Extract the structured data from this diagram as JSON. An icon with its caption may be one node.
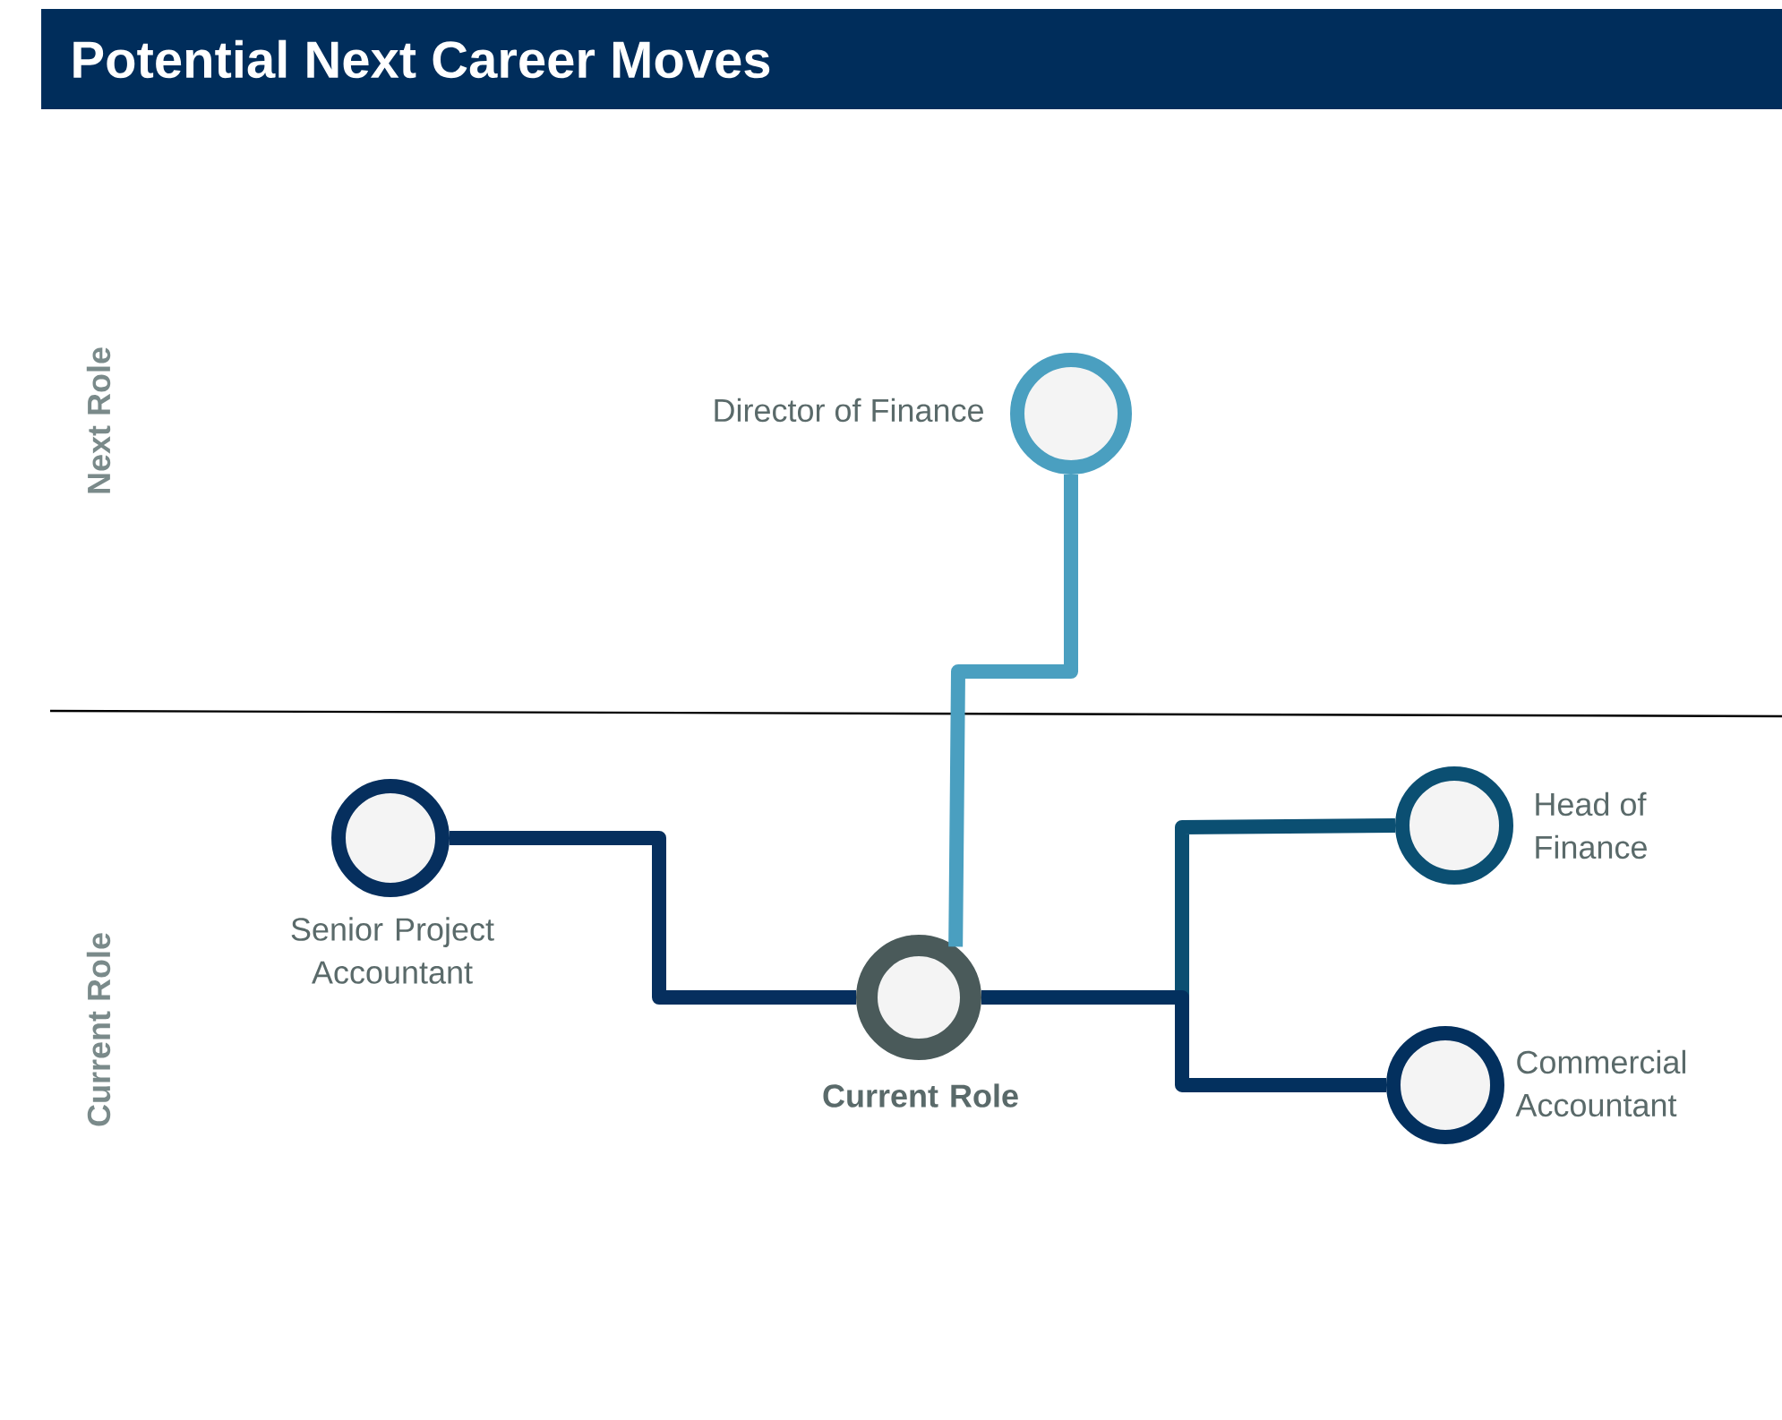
{
  "diagram": {
    "title": "Potential Next Career Moves",
    "nodes": [
      {
        "text": [
          "Director of Finance"
        ]
      },
      {
        "text": [
          "Head of Finance"
        ]
      },
      {
        "text": [
          "Senior Project Accountant"
        ]
      },
      {
        "text": [
          "Current Role"
        ]
      },
      {
        "text": [
          "Commercial Accountant"
        ]
      }
    ],
    "edges": [
      {
        "from": 3,
        "to": 0,
        "arrow": "none",
        "color": "#4a9fc0"
      },
      {
        "from": 2,
        "to": 3,
        "arrow": "none",
        "color": "#062f5e"
      },
      {
        "from": 3,
        "to": 1,
        "arrow": "none",
        "color": "#0b4f72"
      },
      {
        "from": 3,
        "to": 4,
        "arrow": "none",
        "color": "#03305e"
      }
    ],
    "labels": [
      "Next Role",
      "Current Role"
    ]
  }
}
